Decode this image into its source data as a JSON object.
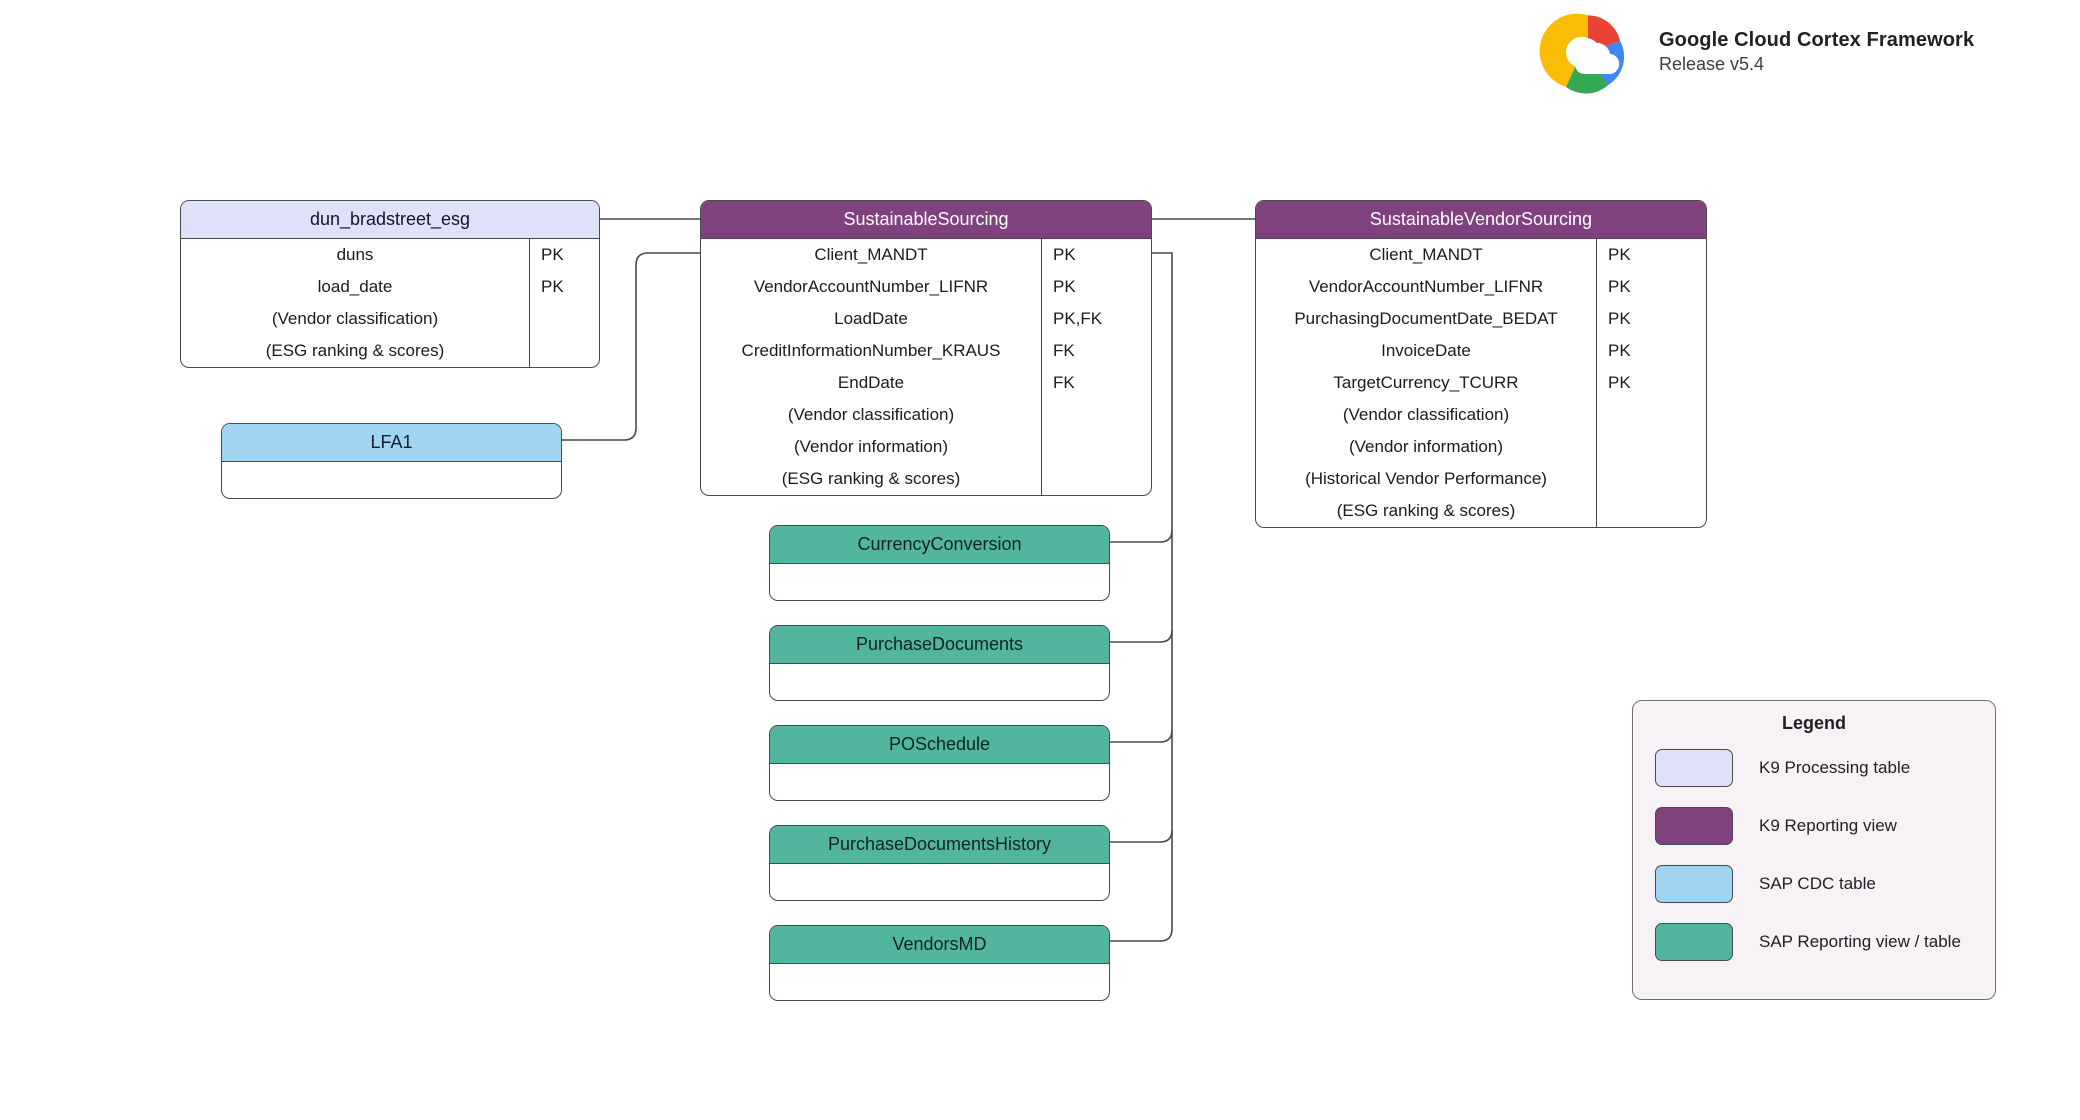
{
  "header": {
    "logo_icon": "google-cloud-logo",
    "title": "Google Cloud Cortex Framework",
    "release": "Release v5.4"
  },
  "entities": [
    {
      "id": "dun_bradstreet_esg",
      "name": "dun_bradstreet_esg",
      "type": "K9 Processing table",
      "color": "#dfe1f9",
      "fields": [
        {
          "name": "duns",
          "key": "PK"
        },
        {
          "name": "load_date",
          "key": "PK"
        },
        {
          "name": "(Vendor classification)",
          "key": ""
        },
        {
          "name": "(ESG ranking & scores)",
          "key": ""
        }
      ]
    },
    {
      "id": "SustainableSourcing",
      "name": "SustainableSourcing",
      "type": "K9 Reporting view",
      "color": "#80417f",
      "fields": [
        {
          "name": "Client_MANDT",
          "key": "PK"
        },
        {
          "name": "VendorAccountNumber_LIFNR",
          "key": "PK"
        },
        {
          "name": "LoadDate",
          "key": "PK,FK"
        },
        {
          "name": "CreditInformationNumber_KRAUS",
          "key": "FK"
        },
        {
          "name": "EndDate",
          "key": "FK"
        },
        {
          "name": "(Vendor classification)",
          "key": ""
        },
        {
          "name": "(Vendor information)",
          "key": ""
        },
        {
          "name": "(ESG ranking & scores)",
          "key": ""
        }
      ]
    },
    {
      "id": "SustainableVendorSourcing",
      "name": "SustainableVendorSourcing",
      "type": "K9 Reporting view",
      "color": "#80417f",
      "fields": [
        {
          "name": "Client_MANDT",
          "key": "PK"
        },
        {
          "name": "VendorAccountNumber_LIFNR",
          "key": "PK"
        },
        {
          "name": "PurchasingDocumentDate_BEDAT",
          "key": "PK"
        },
        {
          "name": "InvoiceDate",
          "key": "PK"
        },
        {
          "name": "TargetCurrency_TCURR",
          "key": "PK"
        },
        {
          "name": "(Vendor classification)",
          "key": ""
        },
        {
          "name": "(Vendor information)",
          "key": ""
        },
        {
          "name": "(Historical Vendor Performance)",
          "key": ""
        },
        {
          "name": "(ESG ranking & scores)",
          "key": ""
        }
      ]
    },
    {
      "id": "LFA1",
      "name": "LFA1",
      "type": "SAP CDC table",
      "color": "#9fd4f2",
      "fields": []
    },
    {
      "id": "CurrencyConversion",
      "name": "CurrencyConversion",
      "type": "SAP Reporting view / table",
      "color": "#52b5a0",
      "fields": []
    },
    {
      "id": "PurchaseDocuments",
      "name": "PurchaseDocuments",
      "type": "SAP Reporting view / table",
      "color": "#52b5a0",
      "fields": []
    },
    {
      "id": "POSchedule",
      "name": "POSchedule",
      "type": "SAP Reporting view / table",
      "color": "#52b5a0",
      "fields": []
    },
    {
      "id": "PurchaseDocumentsHistory",
      "name": "PurchaseDocumentsHistory",
      "type": "SAP Reporting view / table",
      "color": "#52b5a0",
      "fields": []
    },
    {
      "id": "VendorsMD",
      "name": "VendorsMD",
      "type": "SAP Reporting view / table",
      "color": "#52b5a0",
      "fields": []
    }
  ],
  "legend": {
    "title": "Legend",
    "items": [
      {
        "label": "K9 Processing table",
        "color": "#dfe1f9"
      },
      {
        "label": "K9 Reporting view",
        "color": "#80417f"
      },
      {
        "label": "SAP CDC table",
        "color": "#9fd4f2"
      },
      {
        "label": "SAP Reporting view / table",
        "color": "#52b5a0"
      }
    ]
  }
}
